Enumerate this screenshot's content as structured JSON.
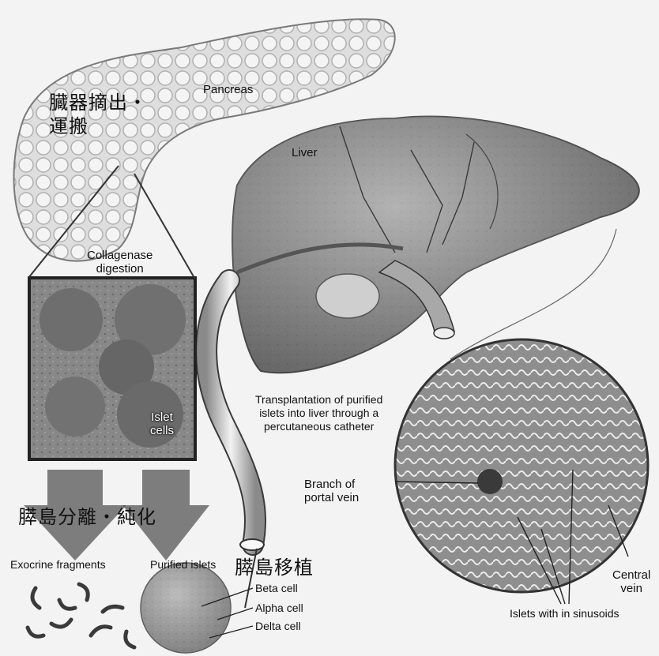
{
  "japanese": {
    "organ_retrieval": "臓器摘出・",
    "transport": "運搬",
    "islet_isolation": "膵島分離・純化",
    "islet_transplant": "膵島移植"
  },
  "labels": {
    "pancreas": "Pancreas",
    "liver": "Liver",
    "collagenase": "Collagenase\ndigestion",
    "islet_cells": "Islet\ncells",
    "transplantation": "Transplantation of purified\nislets into liver through a\npercutaneous catheter",
    "branch_portal": "Branch of\nportal vein",
    "central_vein": "Central\nvein",
    "exocrine": "Exocrine fragments",
    "purified": "Purified islets",
    "beta": "Beta cell",
    "alpha": "Alpha cell",
    "delta": "Delta cell",
    "islets_sinusoids": "Islets with in sinusoids"
  },
  "colors": {
    "background": "#f3f3f3",
    "ink": "#111111",
    "tissue_light": "#e2e2e2",
    "tissue_mid": "#9a9a9a",
    "tissue_dark": "#5a5a5a"
  }
}
